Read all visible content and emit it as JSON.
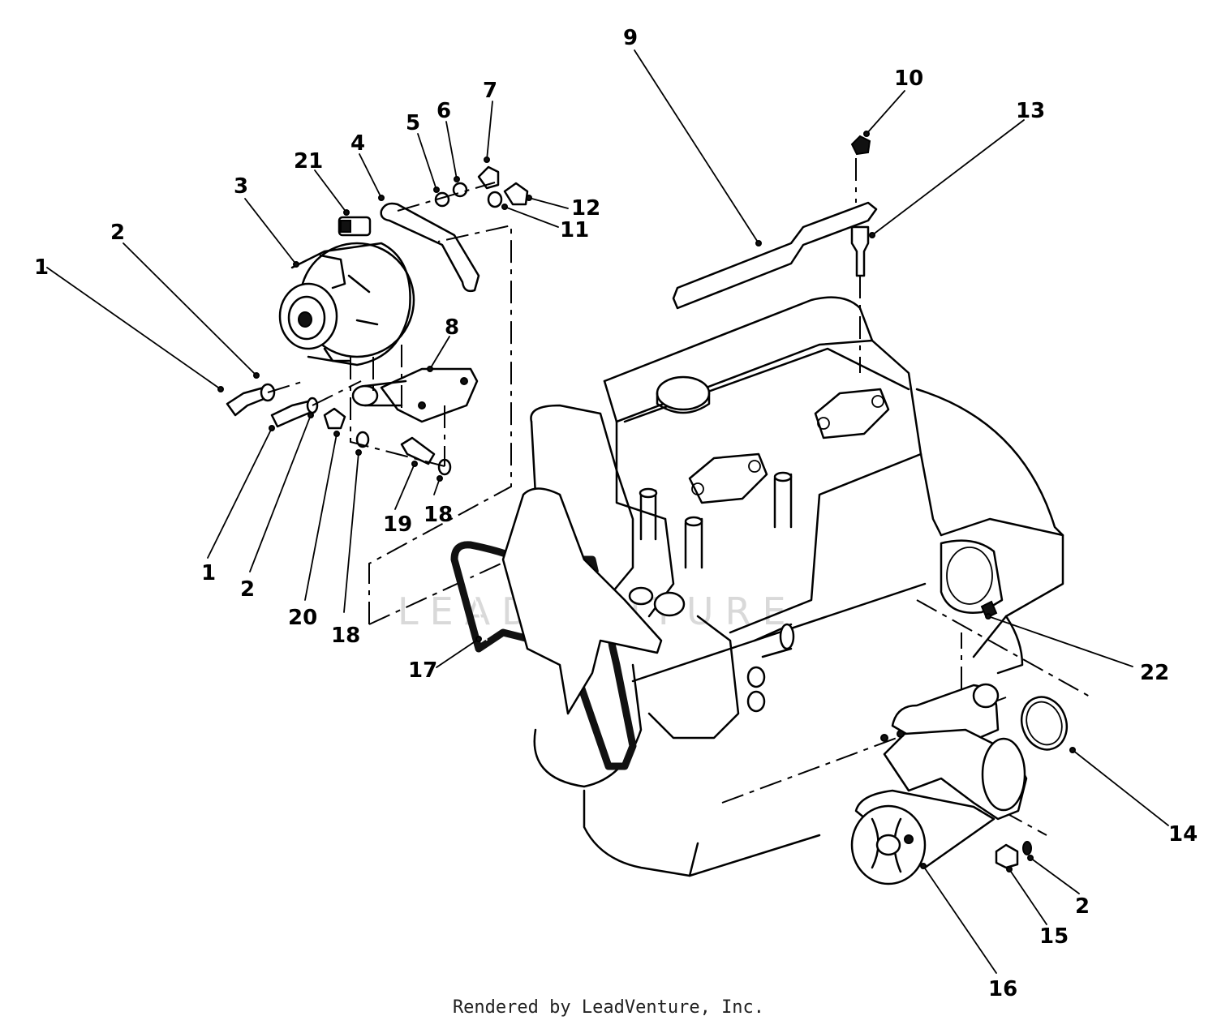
{
  "diagram": {
    "callouts": [
      {
        "id": "c1a",
        "label": "1"
      },
      {
        "id": "c2a",
        "label": "2"
      },
      {
        "id": "c3",
        "label": "3"
      },
      {
        "id": "c21",
        "label": "21"
      },
      {
        "id": "c4",
        "label": "4"
      },
      {
        "id": "c5",
        "label": "5"
      },
      {
        "id": "c6",
        "label": "6"
      },
      {
        "id": "c7",
        "label": "7"
      },
      {
        "id": "c12",
        "label": "12"
      },
      {
        "id": "c11",
        "label": "11"
      },
      {
        "id": "c9",
        "label": "9"
      },
      {
        "id": "c10",
        "label": "10"
      },
      {
        "id": "c13",
        "label": "13"
      },
      {
        "id": "c8",
        "label": "8"
      },
      {
        "id": "c1b",
        "label": "1"
      },
      {
        "id": "c2b",
        "label": "2"
      },
      {
        "id": "c20",
        "label": "20"
      },
      {
        "id": "c18a",
        "label": "18"
      },
      {
        "id": "c19",
        "label": "19"
      },
      {
        "id": "c18b",
        "label": "18"
      },
      {
        "id": "c17",
        "label": "17"
      },
      {
        "id": "c22",
        "label": "22"
      },
      {
        "id": "c14",
        "label": "14"
      },
      {
        "id": "c2c",
        "label": "2"
      },
      {
        "id": "c15",
        "label": "15"
      },
      {
        "id": "c16",
        "label": "16"
      }
    ],
    "watermark": "LEADVENTURE",
    "credit": "Rendered by LeadVenture, Inc."
  },
  "colors": {
    "line": "#000000",
    "background": "#ffffff",
    "watermark": "#d9d9d9"
  }
}
